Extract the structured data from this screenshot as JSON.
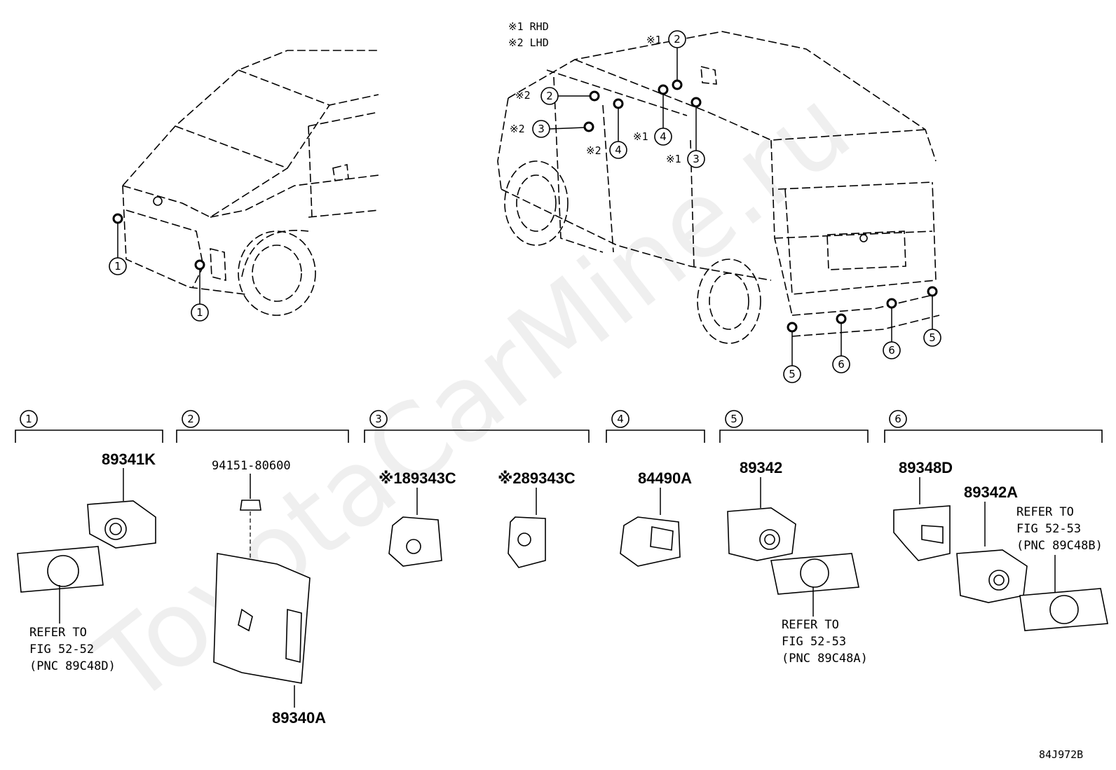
{
  "notes": {
    "rhd": "※1 RHD",
    "lhd": "※2 LHD"
  },
  "markers": {
    "n1": "1",
    "n2": "2",
    "n3": "3",
    "n4": "4",
    "n5": "5",
    "n6": "6",
    "x1": "※1",
    "x2": "※2"
  },
  "groups": [
    {
      "index": "1",
      "parts": [
        "89341K"
      ],
      "refer": [
        "REFER TO",
        "FIG 52-52",
        "(PNC 89C48D)"
      ]
    },
    {
      "index": "2",
      "parts": [
        "94151-80600",
        "89340A"
      ]
    },
    {
      "index": "3",
      "parts": [
        "※189343C",
        "※289343C"
      ]
    },
    {
      "index": "4",
      "parts": [
        "84490A"
      ]
    },
    {
      "index": "5",
      "parts": [
        "89342"
      ],
      "refer": [
        "REFER TO",
        "FIG 52-53",
        "(PNC 89C48A)"
      ]
    },
    {
      "index": "6",
      "parts": [
        "89348D",
        "89342A"
      ],
      "refer": [
        "REFER TO",
        "FIG 52-53",
        "(PNC 89C48B)"
      ]
    }
  ],
  "diagram_code": "84J972B",
  "watermark": "ToyotaCarMine.ru"
}
